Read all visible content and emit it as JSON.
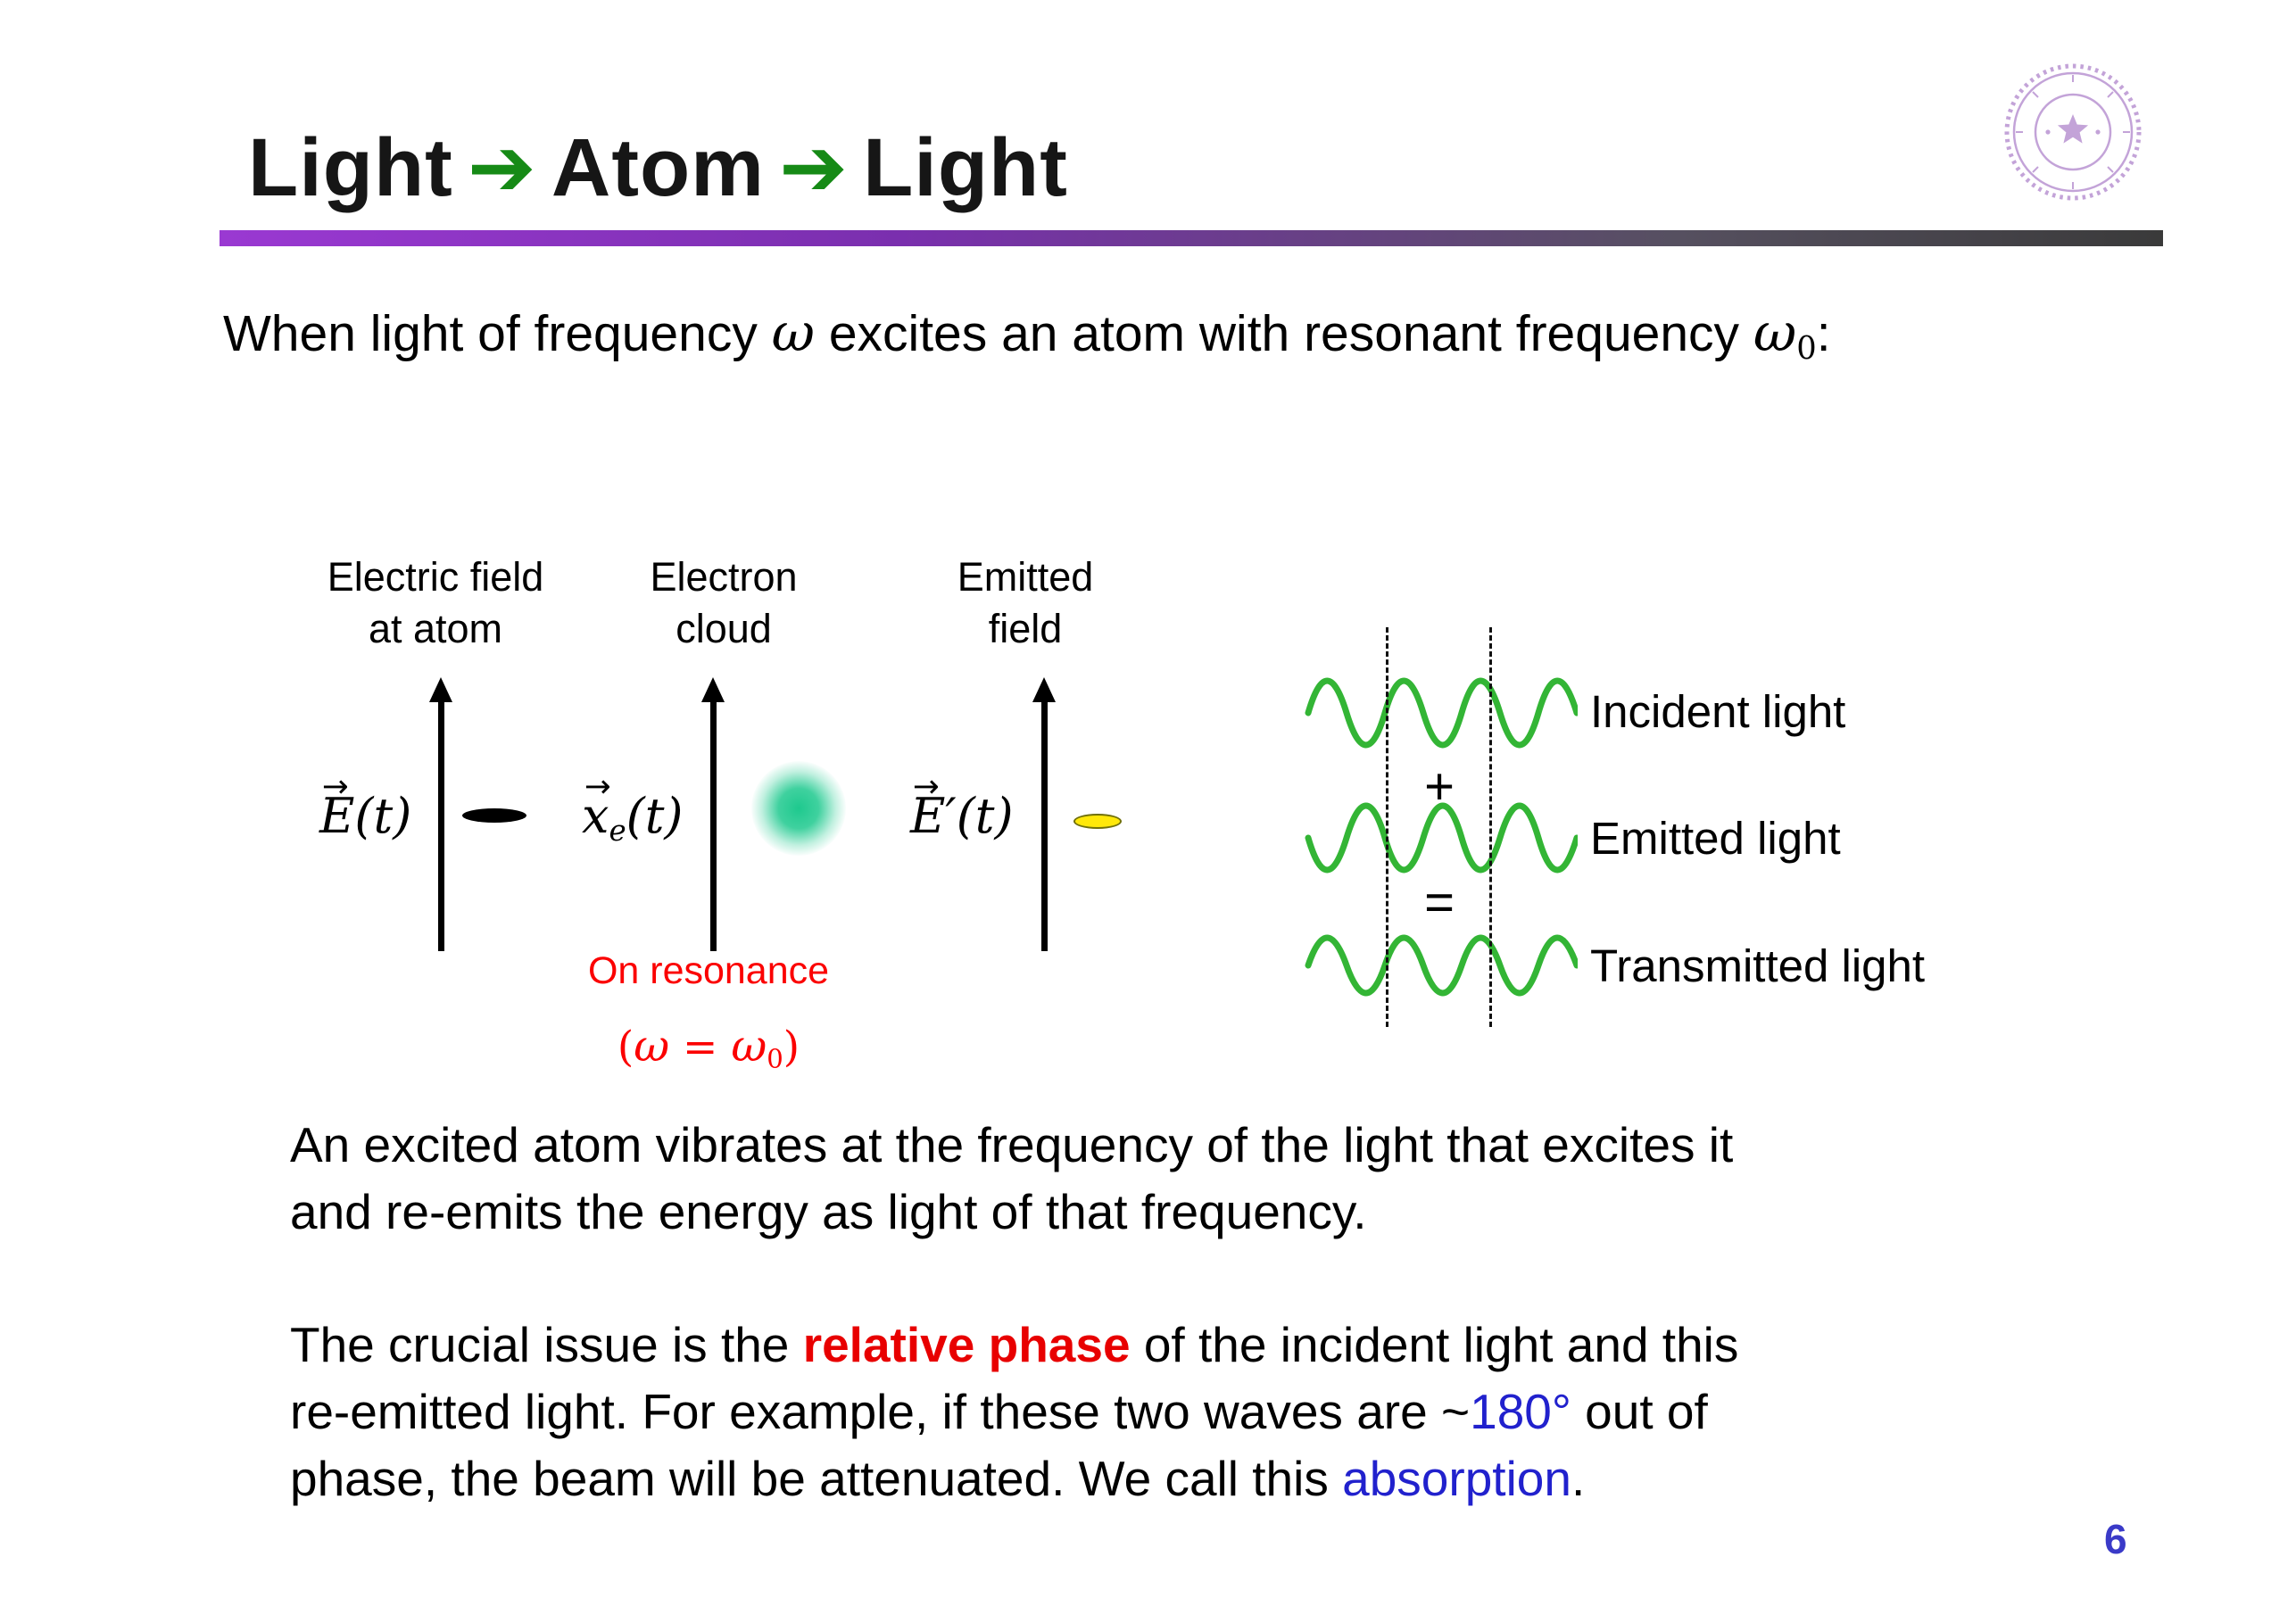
{
  "colors": {
    "title_arrow": "#168a16",
    "bar_left": "#9a39d2",
    "bar_right": "#3a3a3a",
    "wave_green": "#33b535",
    "cloud_green": "#1ec98e",
    "emphasis_red": "#e80000",
    "resonance_red": "#fb0000",
    "accent_blue": "#2121cd",
    "page_number": "#3a3ac8"
  },
  "header": {
    "title_words": [
      "Light",
      "Atom",
      "Light"
    ],
    "arrow": "➔"
  },
  "intro": {
    "t1": "When light of frequency ",
    "omega": "ω",
    "t2": " excites an atom with resonant frequency ",
    "omega0": "ω",
    "sub0": "0",
    "t3": ":"
  },
  "diagram": {
    "columns": [
      {
        "line1": "Electric field",
        "line2": "at atom"
      },
      {
        "line1": "Electron",
        "line2": "cloud"
      },
      {
        "line1": "Emitted",
        "line2": "field"
      }
    ],
    "efield": {
      "vec": "→",
      "letter": "E",
      "rest": "(t)"
    },
    "xe": {
      "vec": "→",
      "letter": "x",
      "sub": "e",
      "rest": "(t)"
    },
    "eprime": {
      "vec": "→",
      "letter": "E",
      "prime": "′",
      "rest": "(t)"
    },
    "resonance": {
      "label": "On resonance",
      "open": "(",
      "omega": "ω",
      "eq": " = ",
      "omega0": "ω",
      "sub0": "0",
      "close": ")"
    }
  },
  "interference": {
    "waves": [
      {
        "label": "Incident light"
      },
      {
        "label": "Emitted light"
      },
      {
        "label": "Transmitted light"
      }
    ],
    "plus": "+",
    "equals": "="
  },
  "body": {
    "para1": {
      "line1": "An excited atom vibrates at the frequency of the light that excites it",
      "line2": "and re-emits the energy as light of that frequency."
    },
    "para2": {
      "l1a": "The crucial issue is the ",
      "l1b": "relative phase",
      "l1c": " of the incident light and this",
      "l2a": "re-emitted light.  For example, if these two waves are ~",
      "l2b": "180°",
      "l2c": " out of",
      "l3a": "phase, the beam will be attenuated. We call this ",
      "l3b": "absorption",
      "l3c": "."
    }
  },
  "footer": {
    "page_number": "6"
  }
}
